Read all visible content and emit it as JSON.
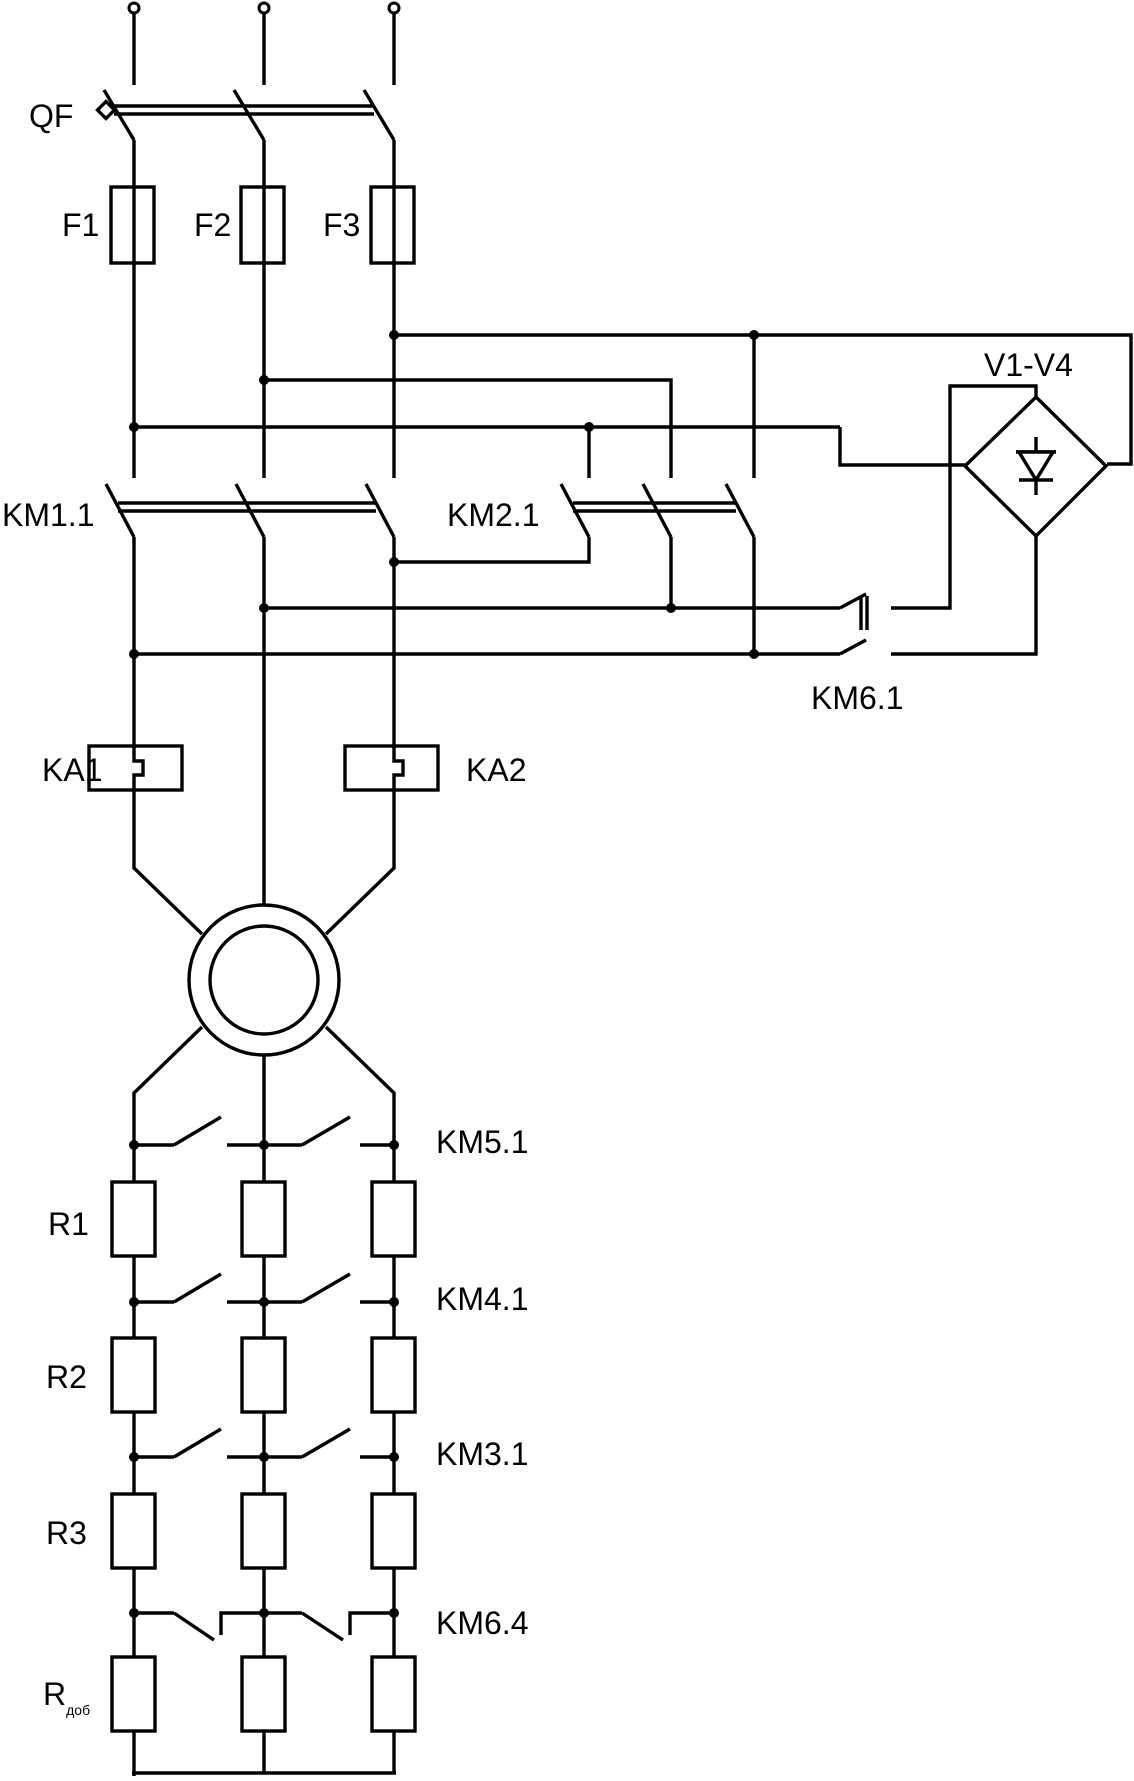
{
  "labels": {
    "qf": "QF",
    "f1": "F1",
    "f2": "F2",
    "f3": "F3",
    "bridge": "V1-V4",
    "km1": "KM1.1",
    "km2": "KM2.1",
    "km6_1": "KM6.1",
    "ka1": "KA1",
    "ka2": "KA2",
    "km5": "KM5.1",
    "km4": "KM4.1",
    "km3": "KM3.1",
    "km6_4": "KM6.4",
    "r1": "R1",
    "r2": "R2",
    "r3": "R3",
    "radd_main": "R",
    "radd_sub": "доб"
  },
  "colors": {
    "ink": "#000000",
    "paper": "#ffffff"
  }
}
